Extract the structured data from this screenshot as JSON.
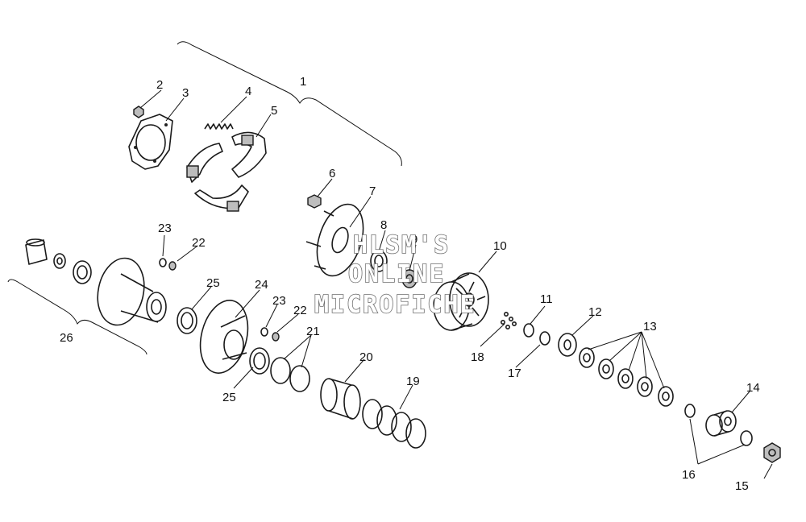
{
  "callouts": [
    "1",
    "2",
    "3",
    "4",
    "5",
    "6",
    "7",
    "8",
    "9",
    "10",
    "11",
    "12",
    "13",
    "14",
    "15",
    "16",
    "17",
    "18",
    "19",
    "20",
    "21",
    "22",
    "23",
    "24",
    "25",
    "26"
  ],
  "watermark": {
    "line1": "HLSM'S",
    "line2": "ONLINE",
    "line3": "MICROFICHE",
    "stroke_color": "#6e6e6e"
  }
}
